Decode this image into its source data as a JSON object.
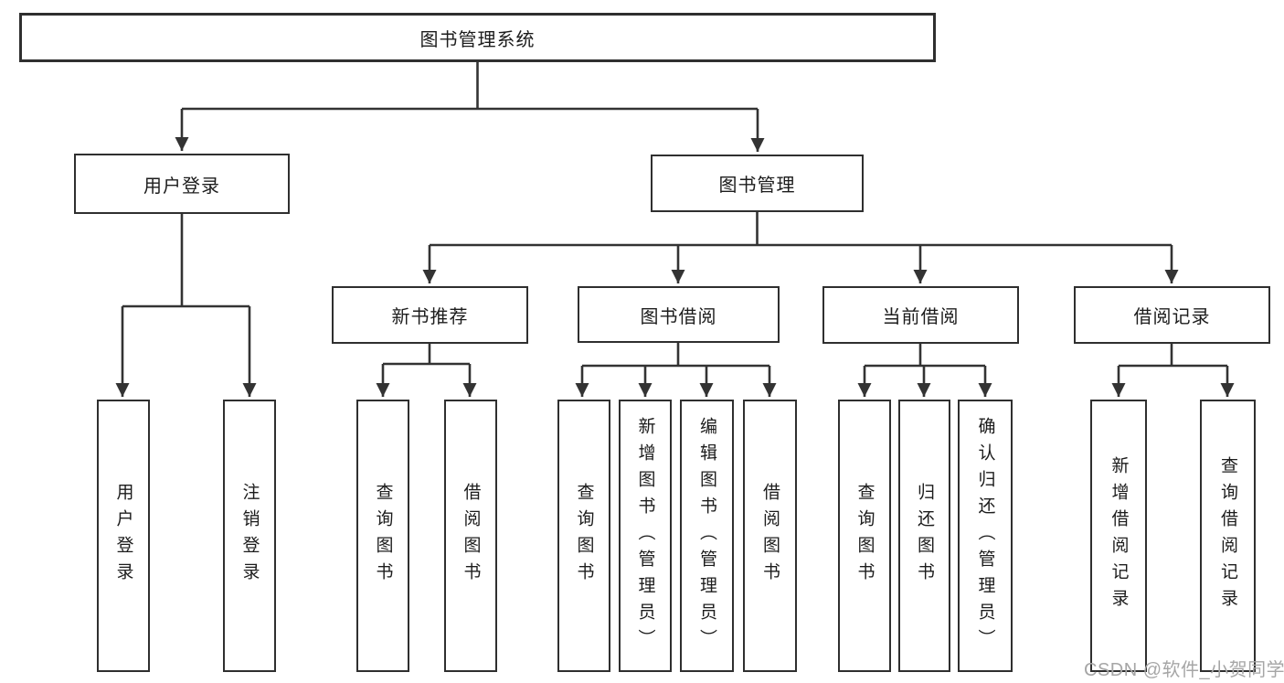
{
  "diagram": {
    "title": "图书管理系统",
    "level2": {
      "user_login": "用户登录",
      "book_management": "图书管理"
    },
    "level3": {
      "new_book_recommend": "新书推荐",
      "book_borrow": "图书借阅",
      "current_borrow": "当前借阅",
      "borrow_records": "借阅记录"
    },
    "leaves": {
      "user_login": [
        "用户登录",
        "注销登录"
      ],
      "new_book_recommend": [
        "查询图书",
        "借阅图书"
      ],
      "book_borrow": [
        "查询图书",
        "新增图书（管理员）",
        "编辑图书（管理员）",
        "借阅图书"
      ],
      "current_borrow": [
        "查询图书",
        "归还图书",
        "确认归还（管理员）"
      ],
      "borrow_records": [
        "新增借阅记录",
        "查询借阅记录"
      ]
    }
  },
  "watermark": "CSDN @软件_小贺同学",
  "colors": {
    "line": "#333333",
    "box_border": "#2f2f2f",
    "text": "#1c1c1c",
    "watermark": "#a6a6a6",
    "background": "#ffffff"
  }
}
